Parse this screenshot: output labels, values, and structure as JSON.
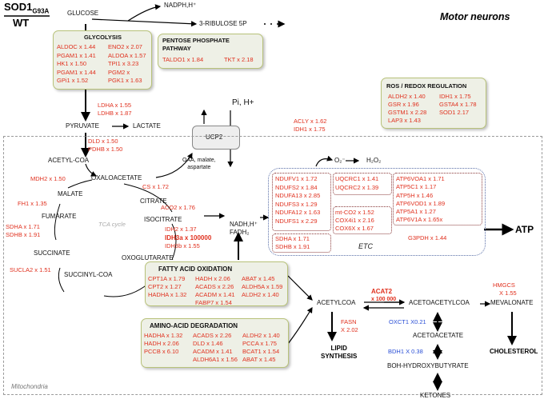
{
  "header": {
    "sod1": "SOD1",
    "sod1_sub": "G93A",
    "wt": "WT",
    "motor_neurons": "Motor neurons"
  },
  "metabolites": {
    "glucose": "GLUCOSE",
    "nadph": "NADPH,H⁺",
    "ribulose": "3-RIBULOSE 5P",
    "pyruvate": "PYRUVATE",
    "lactate": "LACTATE",
    "acetyl_coa": "ACETYL-COA",
    "oxaloacetate": "OXALOACETATE",
    "malate": "MALATE",
    "citrate": "CITRATE",
    "fumarate": "FUMARATE",
    "isocitrate": "ISOCITRATE",
    "succinate": "SUCCINATE",
    "oxoglutarate": "OXOGLUTARATE",
    "succinyl_coa": "SUCCINYL-COA",
    "tca_cycle": "TCA cycle",
    "ucp2": "UCP2",
    "pi_h": "Pi, H+",
    "oaa": "OAA, malate,",
    "aspartate": "aspartate",
    "nadh": "NADH,H⁺",
    "fadh2": "FADH₂",
    "o2": "O₂⁻",
    "h2o2": "H₂O₂",
    "etc": "ETC",
    "atp": "ATP",
    "acetylcoa2": "ACETYLCOA",
    "acetoacetylcoa": "ACETOACETYLCOA",
    "mevalonate": "MEVALONATE",
    "acetoacetate": "ACETOACETATE",
    "bohb": "BOH-HYDROXYBUTYRATE",
    "ketones": "KETONES",
    "lipid": "LIPID",
    "synthesis": "SYNTHESIS",
    "cholesterol": "CHOLESTEROL",
    "mitochondria": "Mitochondria"
  },
  "glycolysis": {
    "title": "GLYCOLYSIS",
    "col1": [
      "ALDOC x 1.44",
      "PGAM1 x 1.41",
      "HK1 x  1.50",
      "PGAM1 x 1.44",
      "GPi1 x 1.52"
    ],
    "col2": [
      "ENO2 x 2.07",
      "ALDOA x 1.57",
      "TPI1 x  3.23",
      "PGM2 x",
      "PGK1 x  1.63"
    ]
  },
  "pentose": {
    "title1": "PENTOSE PHOSPHATE",
    "title2": "PATHWAY",
    "items": [
      "TALDO1 x 1.84",
      "TKT x 2.18"
    ]
  },
  "ros": {
    "title": "ROS / REDOX REGULATION",
    "col1": [
      "ALDH2 x 1.40",
      "GSR x 1.96",
      "GSTM1 x 2.28",
      "LAP3 x 1.43"
    ],
    "col2": [
      "IDH1 x 1.75",
      "GSTA4 x 1.78",
      "SOD1 2.17"
    ]
  },
  "enzymes": {
    "ldha": "LDHA x 1.55",
    "ldhb": "LDHB x 1.87",
    "dld": "DLD x 1.50",
    "pdhb": "PDHB x 1.50",
    "acly": "ACLY x 1.62",
    "idh1": "IDH1 x 1.75",
    "mdh2": "MDH2 x 1.50",
    "cs": "CS x 1.72",
    "aco2": "ACO2 x 1.76",
    "fh1": "FH1 x 1.35",
    "sdha": "SDHA x 1.71",
    "sdhb": "SDHB x 1.91",
    "idh2": "IDH2 x 1.37",
    "idh3a": "IDH3a x 100000",
    "idh3b": "IDH3b x 1.55",
    "sucla2": "SUCLA2 x 1.51",
    "acat2": "ACAT2",
    "acat2_val": "x 100 000",
    "fasn": "FASN",
    "fasn_val": "X 2.02",
    "hmgcs": "HMGCS",
    "hmgcs_val": "X 1.55",
    "oxct1": "OXCT1 X0.21",
    "bdh1": "BDH1 X 0.38"
  },
  "etc_complex": {
    "nduf": [
      "NDUFV1 x 1.72",
      "NDUFS2 x 1.84",
      "NDUFA13 x 2.85",
      "NDUFS3 x 1.29",
      "NDUFA12 x 1.63",
      "NDUFS1 x 2.29"
    ],
    "uqcr": [
      "UQCRC1 x 1.41",
      "UQCRC2 x 1.39"
    ],
    "cox": [
      "mt-CO2 x 1.52",
      "COX4i1 x 2.16",
      "COX6X x 1.67"
    ],
    "atp": [
      "ATP6VOA1 x 1.71",
      "ATP5C1 x 1.17",
      "ATP5H x 1.46",
      "ATP6VOD1 x 1.89",
      "ATP5A1 x 1.27",
      "ATP6V1A x 1.65x"
    ],
    "sdh": [
      "SDHA x 1.71",
      "SDHB x 1.91"
    ],
    "g3pdh": "G3PDH x 1.44"
  },
  "fao": {
    "title": "FATTY ACID OXIDATION",
    "col1": [
      "CPT1A x 1.79",
      "CPT2 x 1.27",
      "HADHA x 1.32"
    ],
    "col2": [
      "HADH x 2.06",
      "ACADS x 2.26",
      "ACADM x 1.41",
      "FABP7 x 1.54"
    ],
    "col3": [
      "ABAT x 1.45",
      "ALDH5A x 1.59",
      "ALDH2 x 1.40"
    ]
  },
  "aad": {
    "title": "AMINO-ACID DEGRADATION",
    "col1": [
      "HADHA x 1.32",
      "HADH x 2.06",
      "PCCB x 6.10"
    ],
    "col2": [
      "ACADS x 2.26",
      "DLD x 1.46",
      "ACADM x 1.41",
      "ALDH6A1 x 1.56"
    ],
    "col3": [
      "ALDH2 x 1.40",
      "PCCA x 1.75",
      "BCAT1 x 1.54",
      "ABAT x 1.45"
    ]
  },
  "colors": {
    "up": "#e0301e",
    "down": "#2a4fd6",
    "box_fill": "#eef0e6",
    "box_border": "#b8c27a"
  }
}
